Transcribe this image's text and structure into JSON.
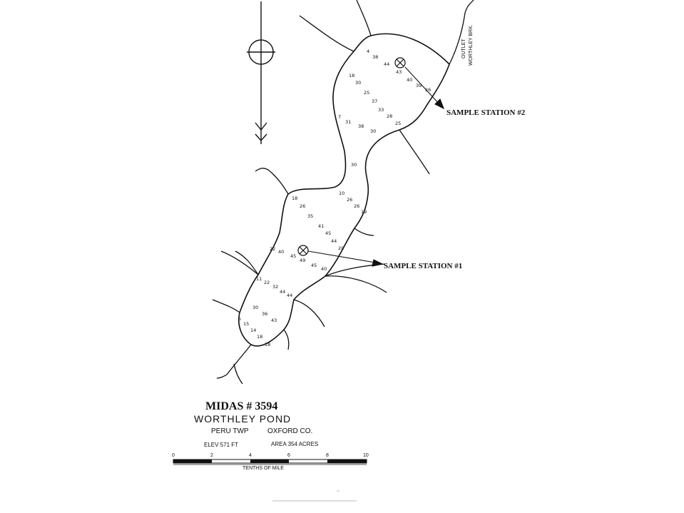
{
  "map": {
    "midas": "MIDAS # 3594",
    "pond_name": "WORTHLEY POND",
    "township": "PERU TWP",
    "county": "OXFORD CO.",
    "elevation": "ELEV 571 FT",
    "area": "AREA 354 ACRES",
    "scale_ticks": [
      "0",
      "2",
      "4",
      "6",
      "8",
      "10"
    ],
    "scale_label": "TENTHS OF MILE",
    "outlet_label": "OUTLET",
    "outlet_brook": "WORTHLEY BRK.",
    "station_2": "SAMPLE STATION #2",
    "station_1": "SAMPLE STATION #1",
    "depths": [
      "4",
      "38",
      "44",
      "43",
      "40",
      "39",
      "26",
      "18",
      "30",
      "25",
      "37",
      "33",
      "28",
      "25",
      "7",
      "31",
      "38",
      "30",
      "30",
      "18",
      "26",
      "10",
      "26",
      "26",
      "19",
      "35",
      "41",
      "45",
      "44",
      "20",
      "22",
      "40",
      "45",
      "49",
      "45",
      "40",
      "11",
      "22",
      "32",
      "44",
      "44",
      "30",
      "36",
      "43",
      "5",
      "15",
      "14",
      "18",
      "18"
    ]
  }
}
